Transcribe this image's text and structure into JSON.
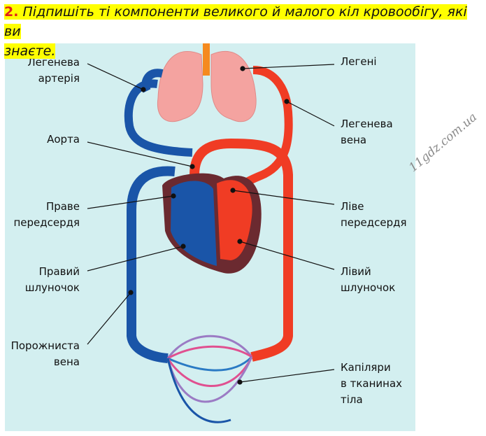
{
  "question": {
    "number": "2.",
    "text_line1": "Підпишіть ті компоненти великого й малого кіл кровообігу, які ви",
    "text_line2": "знаєте."
  },
  "labels": {
    "pulmonary_artery": [
      "Легенева",
      "артерія"
    ],
    "lungs": "Легені",
    "pulmonary_vein": [
      "Легенева",
      "вена"
    ],
    "aorta": "Аорта",
    "right_atrium": [
      "Праве",
      "передсердя"
    ],
    "left_atrium": [
      "Ліве",
      "передсердя"
    ],
    "right_ventricle": [
      "Правий",
      "шлуночок"
    ],
    "left_ventricle": [
      "Лівий",
      "шлуночок"
    ],
    "vena_cava": [
      "Порожниста",
      "вена"
    ],
    "capillaries": [
      "Капіляри",
      "в тканинах",
      "тіла"
    ]
  },
  "watermark": "11gdz.com.ua",
  "colors": {
    "venous": "#1a55a8",
    "arterial": "#f03c24",
    "lungs": "#f4a3a0",
    "heart": "#6b2a30",
    "panel": "#d3eff0",
    "highlight": "#ffff00"
  }
}
